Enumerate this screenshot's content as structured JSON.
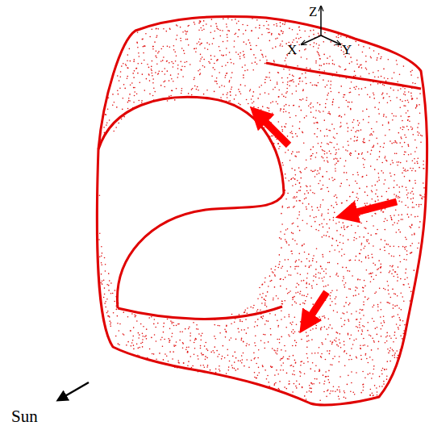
{
  "diagram": {
    "labels": [
      "Z",
      "X",
      "Y",
      "Sun"
    ]
  }
}
